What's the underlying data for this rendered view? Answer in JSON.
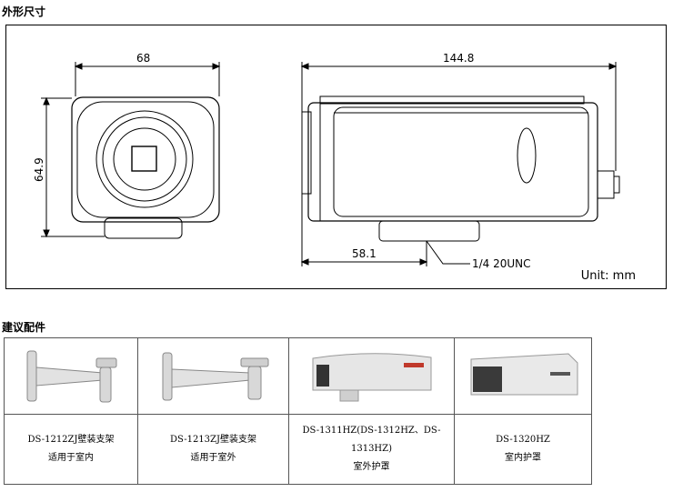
{
  "sections": {
    "dimensions_title": "外形尺寸",
    "accessories_title": "建议配件"
  },
  "drawing": {
    "width_label": "68",
    "height_label": "64.9",
    "length_label": "144.8",
    "mount_offset_label": "58.1",
    "thread_label": "1/4 20UNC",
    "unit_label": "Unit: mm"
  },
  "accessories": [
    {
      "model": "DS-1212ZJ壁装支架",
      "note": "适用于室内",
      "icon": "wall-mount-bracket"
    },
    {
      "model": "DS-1213ZJ壁装支架",
      "note": "适用于室外",
      "icon": "wall-mount-bracket"
    },
    {
      "model": "DS-1311HZ(DS-1312HZ、DS-1313HZ)",
      "note": "室外护罩",
      "icon": "outdoor-housing"
    },
    {
      "model": "DS-1320HZ",
      "note": "室内护罩",
      "icon": "indoor-housing"
    }
  ]
}
